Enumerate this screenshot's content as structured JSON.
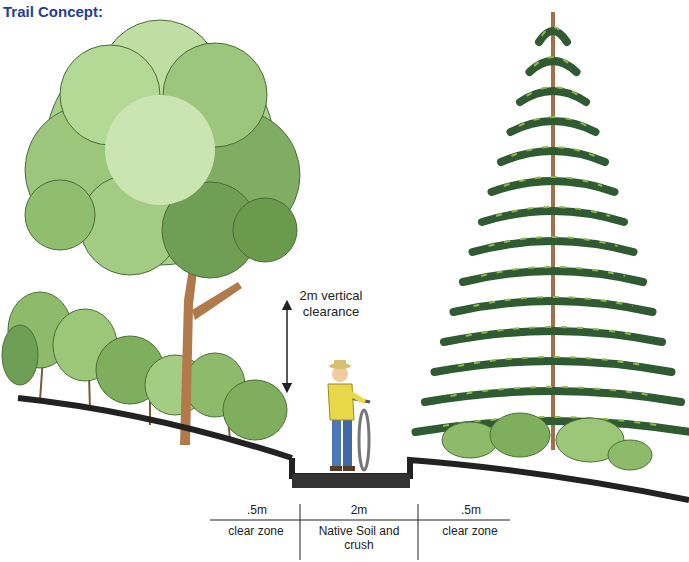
{
  "diagram": {
    "title": "Trail Concept:",
    "labels": [
      "2m vertical clearance",
      ".5m",
      "2m",
      ".5m",
      "clear zone",
      "Native Soil and crush",
      "clear zone"
    ]
  }
}
